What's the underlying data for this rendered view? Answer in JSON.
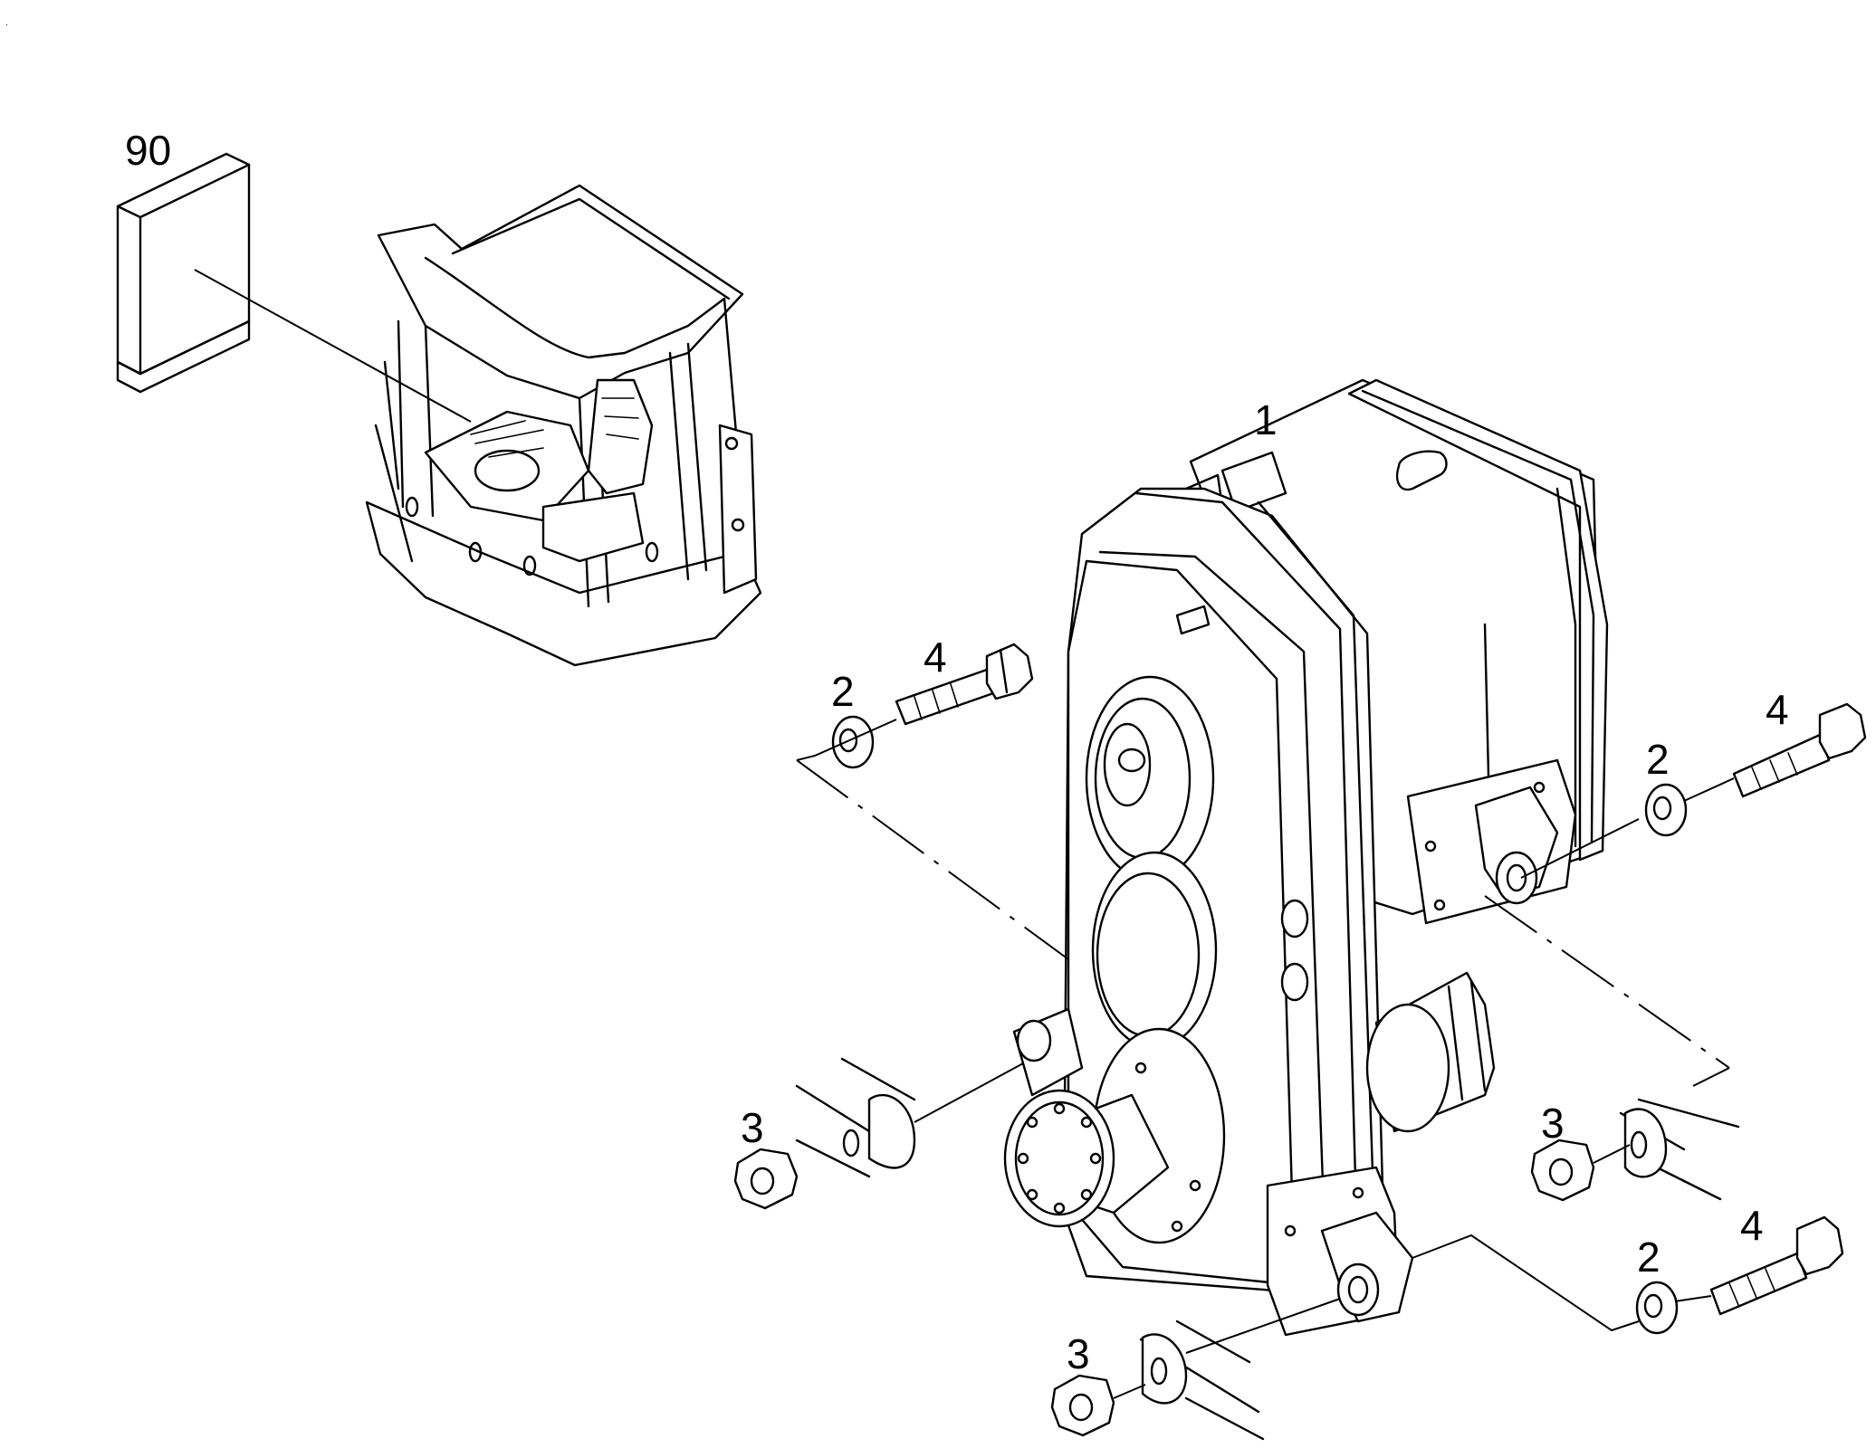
{
  "corner_mark": ".",
  "callouts": {
    "cab_card": "90",
    "gearbox": "1",
    "washer_a": "2",
    "washer_b": "2",
    "washer_c": "2",
    "nut_a": "3",
    "nut_b": "3",
    "nut_c": "3",
    "bolt_a": "4",
    "bolt_b": "4",
    "bolt_c": "4"
  }
}
